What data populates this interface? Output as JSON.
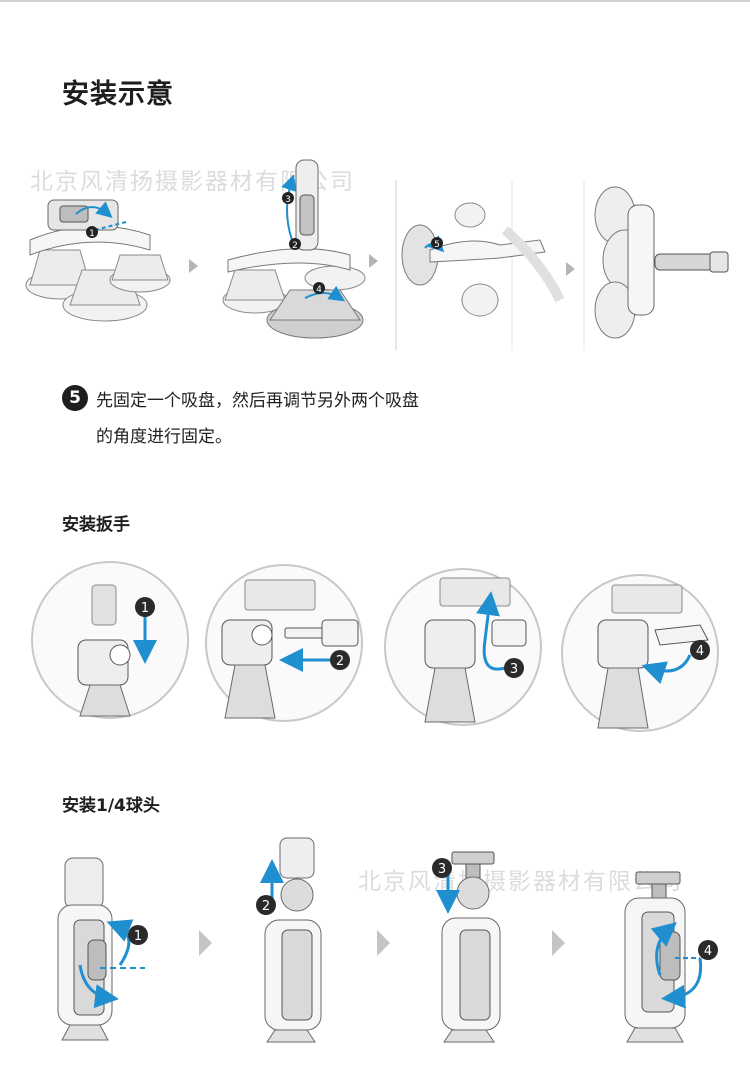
{
  "sections": {
    "install_title": "安装示意",
    "wrench_title": "安装扳手",
    "ballhead_title": "安装1/4球头"
  },
  "step5": {
    "number": "5",
    "line1": "先固定一个吸盘，然后再调节另外两个吸盘",
    "line2": "的角度进行固定。"
  },
  "watermark": "北京风清扬摄影器材有限公司",
  "callouts": {
    "suction": [
      "1",
      "2",
      "3",
      "4",
      "5"
    ],
    "wrench": [
      "1",
      "2",
      "3",
      "4"
    ],
    "ballhead": [
      "1",
      "2",
      "3",
      "4"
    ]
  },
  "colors": {
    "accent": "#1f8fd0",
    "text": "#1e1e1e",
    "watermark": "#dcdcdc",
    "line": "#9a9a9a"
  },
  "icons": [
    "chevron-right-icon",
    "numbered-circle-icon",
    "curved-arrow-icon"
  ]
}
